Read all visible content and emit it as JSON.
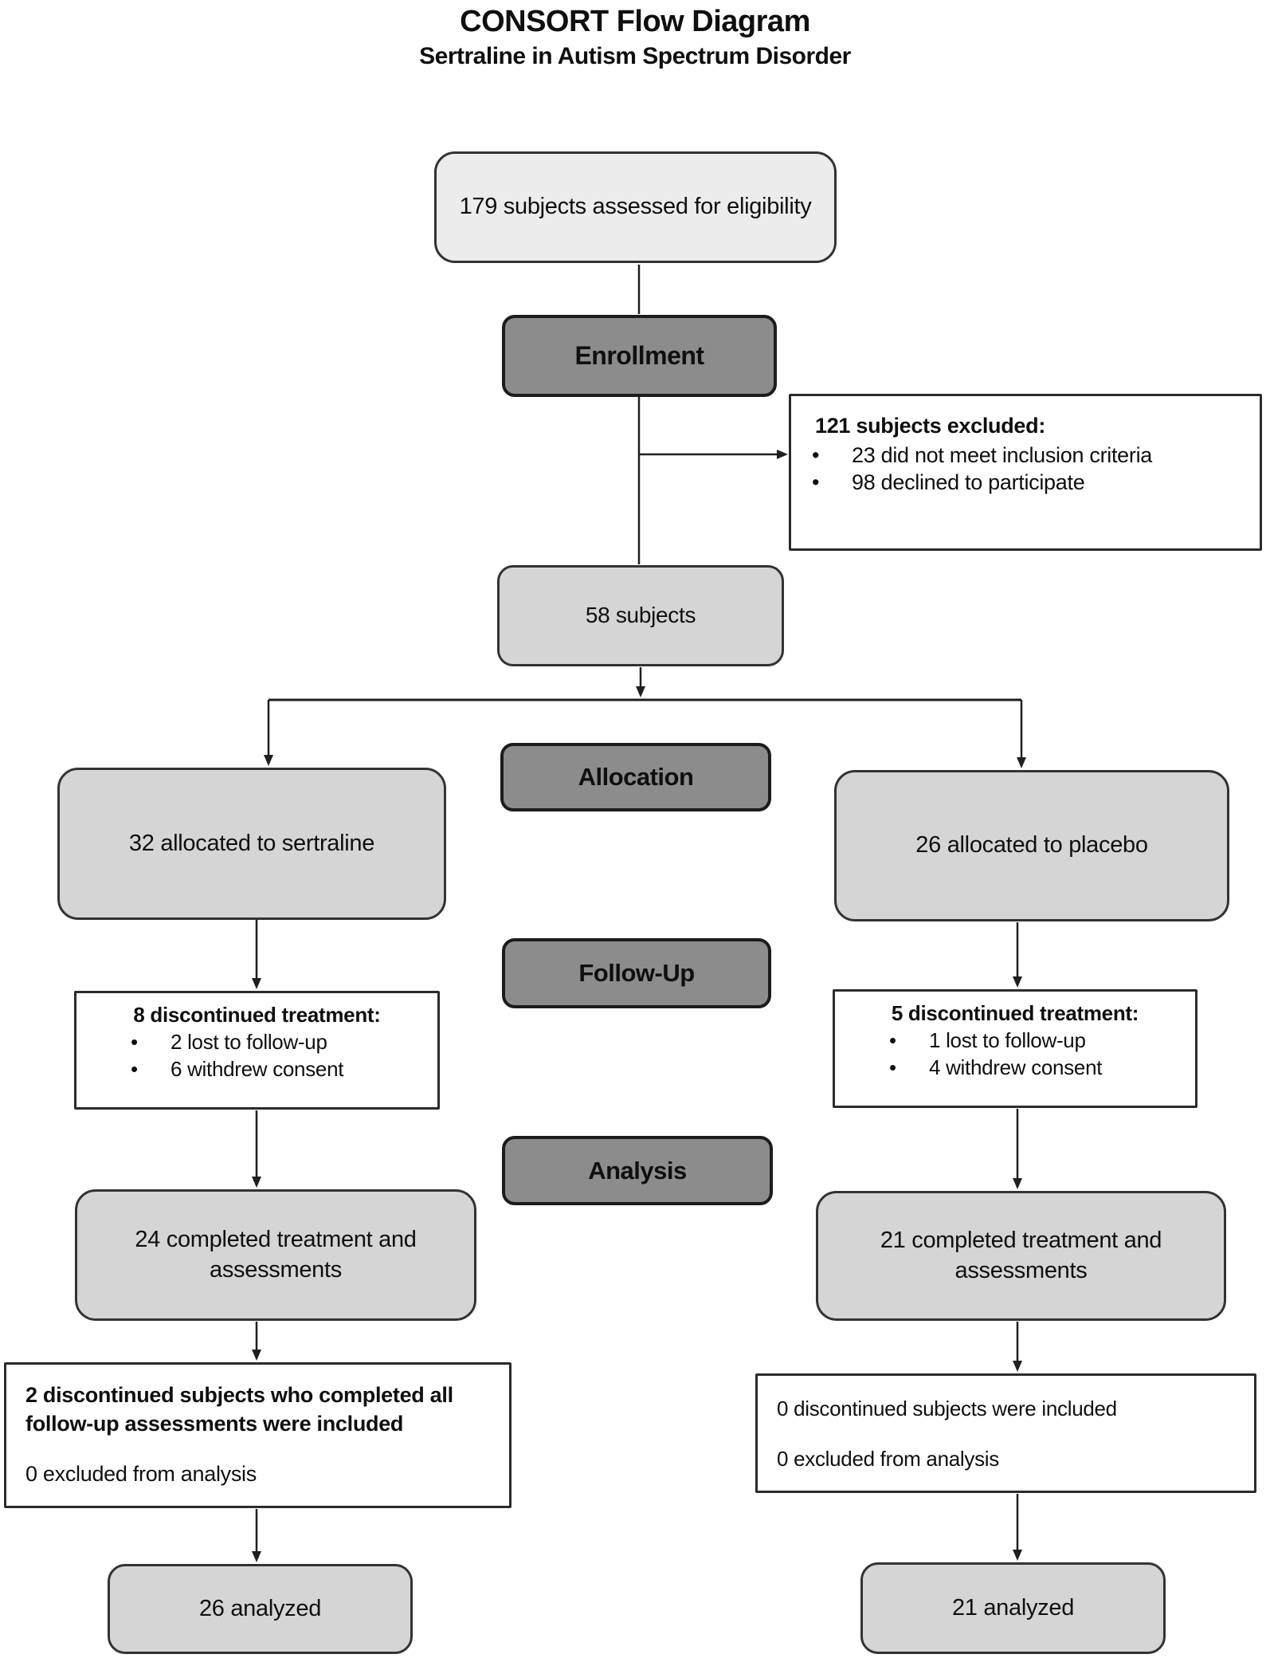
{
  "bullet": "•",
  "title": "CONSORT Flow Diagram",
  "subtitle": "Sertraline in Autism Spectrum Disorder",
  "colors": {
    "header_fill": "#8c8c8c",
    "header_border": "#1c1c1c",
    "box_fill": "#d5d5d5",
    "box_fill_light": "#ececec",
    "box_border": "#333333",
    "white_box_border": "#2b2b2b",
    "line": "#1f1f1f",
    "text": "#0f0f0f"
  },
  "nodes": {
    "eligibility": {
      "text": "179 subjects assessed for eligibility"
    },
    "enrollment": {
      "label": "Enrollment"
    },
    "excluded": {
      "heading": "121 subjects excluded:",
      "bullets": [
        "23 did not meet inclusion criteria",
        "98 declined to participate"
      ]
    },
    "enrolled": {
      "text": "58 subjects"
    },
    "allocation": {
      "label": "Allocation"
    },
    "alloc_sertraline": {
      "text": "32 allocated to sertraline"
    },
    "alloc_placebo": {
      "text": "26 allocated to placebo"
    },
    "followup": {
      "label": "Follow-Up"
    },
    "disc_sertraline": {
      "heading": "8 discontinued treatment:",
      "bullets": [
        "2 lost to follow-up",
        "6 withdrew consent"
      ]
    },
    "disc_placebo": {
      "heading": "5 discontinued treatment:",
      "bullets": [
        "1 lost to follow-up",
        "4 withdrew consent"
      ]
    },
    "analysis": {
      "label": "Analysis"
    },
    "completed_sertraline": {
      "text": "24 completed treatment and assessments"
    },
    "completed_placebo": {
      "text": "21 completed treatment and assessments"
    },
    "included_sertraline": {
      "line1": "2 discontinued subjects who completed all follow-up assessments were included",
      "line2": "0 excluded from analysis"
    },
    "included_placebo": {
      "line1": "0 discontinued subjects were included",
      "line2": "0 excluded from analysis"
    },
    "analyzed_sertraline": {
      "text": "26 analyzed"
    },
    "analyzed_placebo": {
      "text": "21 analyzed"
    }
  }
}
